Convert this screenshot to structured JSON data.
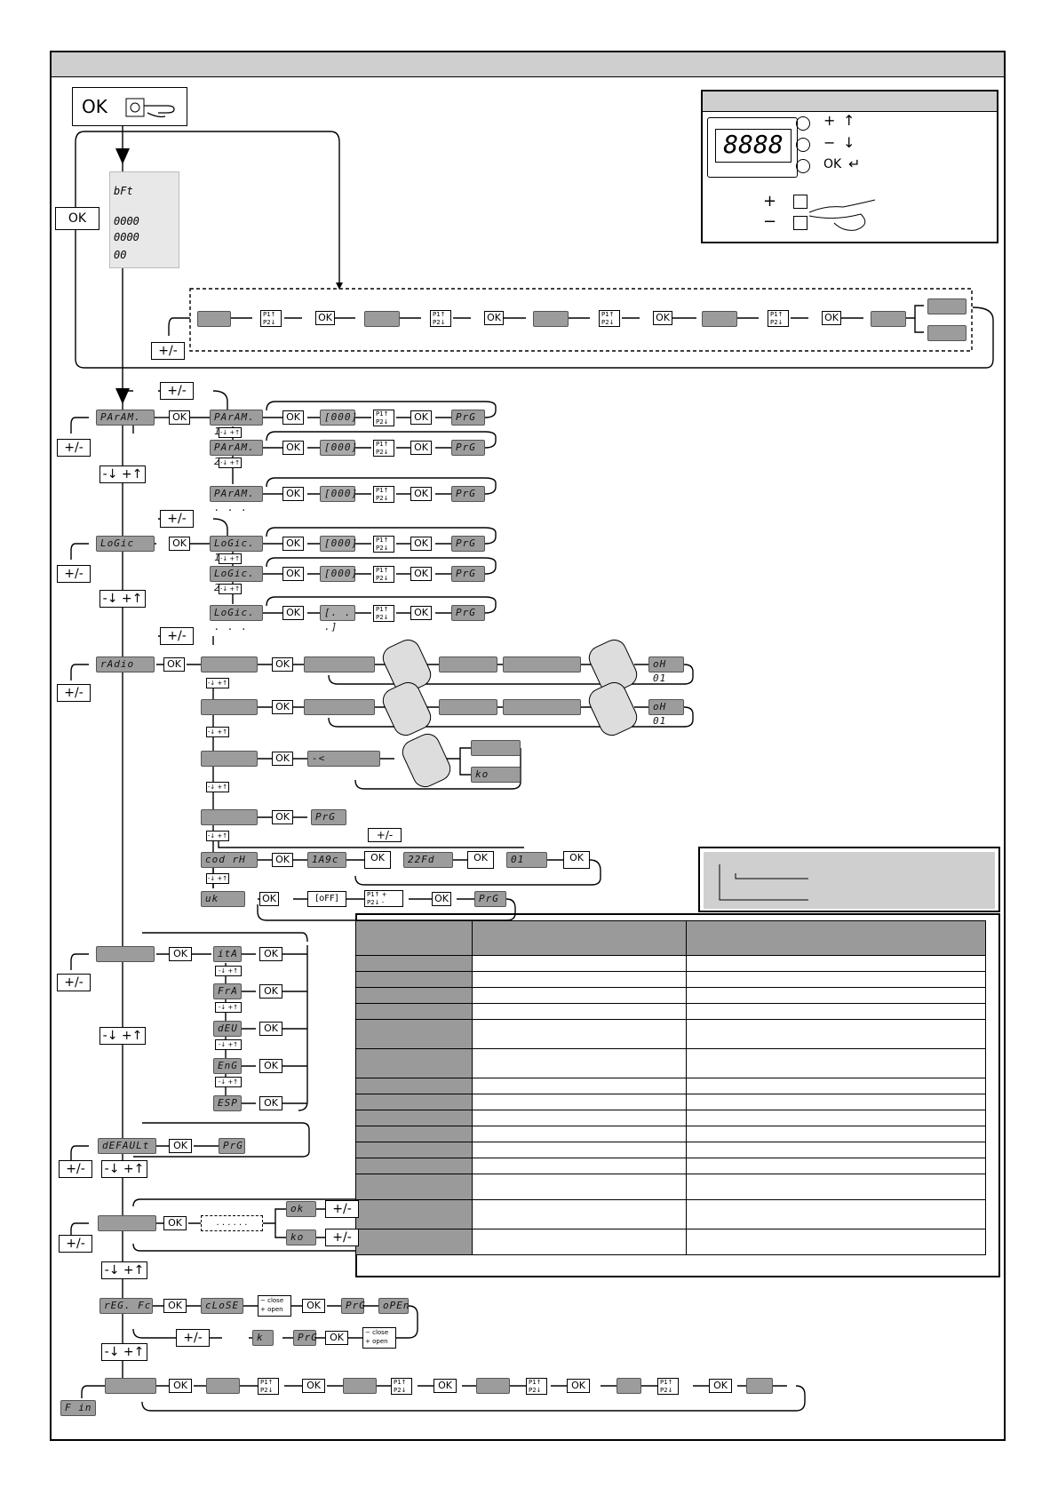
{
  "display": {
    "boot_lines": [
      "bFt",
      "0000",
      "0000",
      "00"
    ],
    "digits": "8888",
    "keys": [
      "+",
      "−",
      "OK"
    ]
  },
  "labels": {
    "ok": "OK",
    "plus_minus": "+/-",
    "down_up": "-↓ +↑",
    "plus": "+",
    "minus": "−"
  },
  "menus": {
    "param": [
      "PArAM.",
      "PArAM. 1",
      "PArAM. 2",
      "PArAM. . . ."
    ],
    "logic": [
      "LoGic",
      "LoGic. 1",
      "LoGic. 2",
      "LoGic. . . ."
    ],
    "value": "[000]",
    "value_dots": "[. . .]",
    "prg": "PrG",
    "radio": "rAdio",
    "radio_items": [
      "-<",
      "ko",
      "oH 01"
    ],
    "cod_rh": [
      "cod rH",
      "1A9c",
      "22Fd",
      "01"
    ],
    "uk": [
      "uk",
      "[oFF]"
    ],
    "languages": [
      "itA",
      "FrA",
      "dEU",
      "EnG",
      "ESP"
    ],
    "default": "dEFAULt",
    "dots": ". . .   . . .",
    "result": [
      "ok",
      "ko"
    ],
    "reg_fc": [
      "rEG. Fc",
      "cLoSE",
      "oPEn",
      "k"
    ],
    "close_open": [
      "− close",
      "+ open"
    ],
    "fin": "F in"
  }
}
